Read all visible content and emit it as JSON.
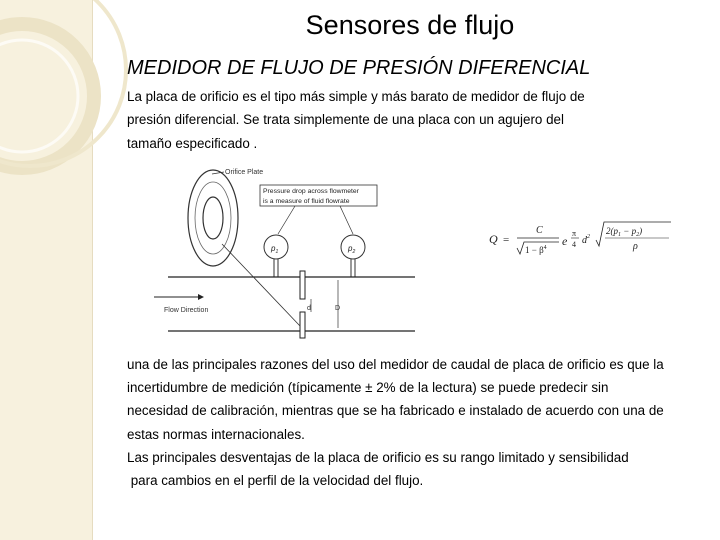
{
  "slide": {
    "title": "Sensores de flujo",
    "subtitle": "MEDIDOR DE FLUJO DE PRESIÓN DIFERENCIAL",
    "intro_lines": [
      "La placa de orificio es el tipo más simple y más barato de medidor de flujo de",
      "presión diferencial. Se trata simplemente de una placa con un agujero  del",
      "tamaño especificado ."
    ],
    "body_lines": [
      "una de las principales razones del uso del medidor de caudal de placa de orificio es que la",
      "incertidumbre de medición (típicamente ± 2% de la lectura) se puede predecir sin",
      "necesidad de calibración, mientras que se ha fabricado e instalado de acuerdo con una de",
      "estas  normas internacionales."
    ],
    "closing_lines": [
      "Las principales desventajas de la placa de orificio  es su rango limitado  y  sensibilidad",
      " para cambios en el perfil de la velocidad del flujo."
    ]
  },
  "diagram": {
    "orifice_label": "Orifice Plate",
    "note_line1": "Pressure drop across flowmeter",
    "note_line2": "is a measure of fluid flowrate",
    "p1_label": "p",
    "p1_sub": "1",
    "p2_label": "p",
    "p2_sub": "2",
    "d_label": "d",
    "D_label": "D",
    "flow_label": "Flow Direction"
  },
  "formula": {
    "lhs": "Q",
    "eq": "=",
    "C": "C",
    "root_content": "1 − β",
    "beta_exp": "4",
    "e": "e",
    "pi": "π",
    "four": "4",
    "d": "d",
    "d_exp": "2",
    "two_dp": "2(p",
    "p1sub": "1",
    "minus": " − p",
    "p2sub": "2",
    "close": ")",
    "rho": "ρ"
  }
}
